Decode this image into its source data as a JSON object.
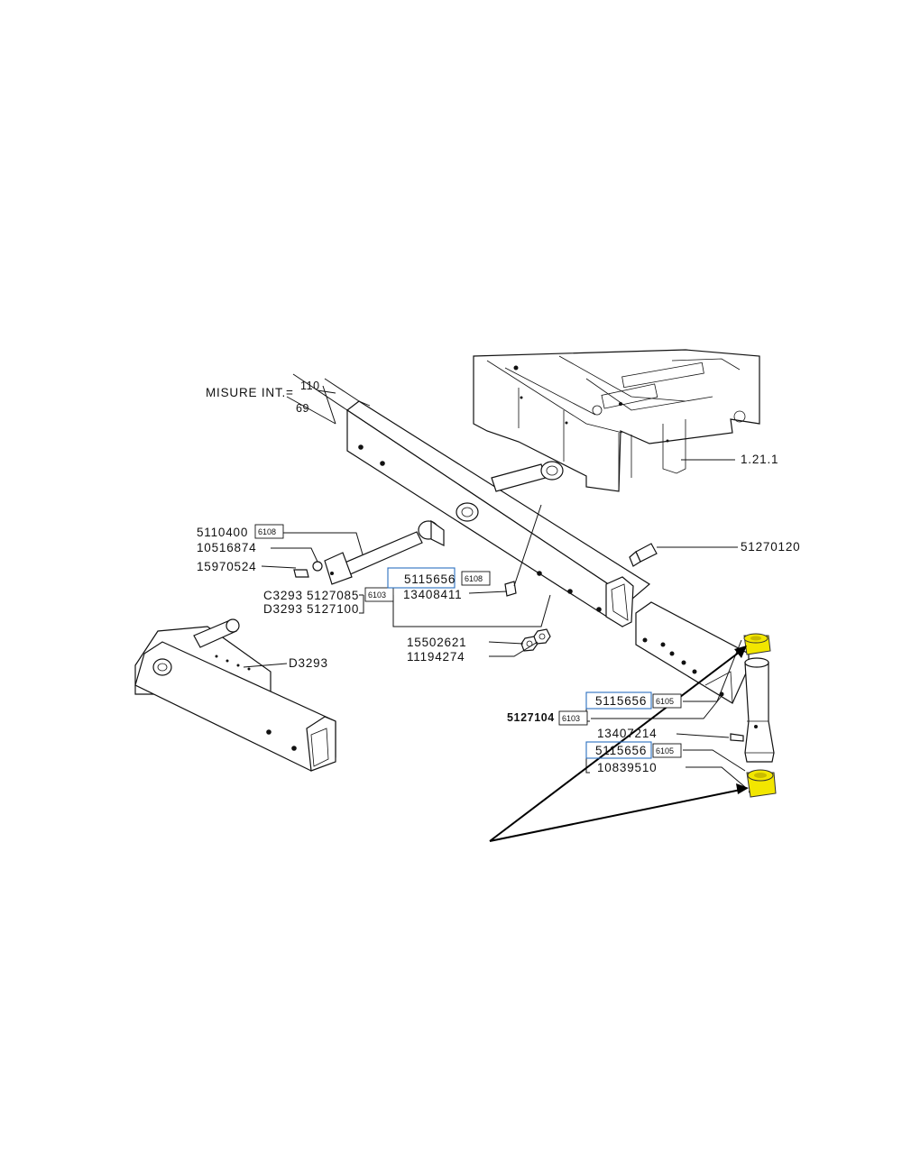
{
  "dimension_header": {
    "label": "MISURE INT.=",
    "dim_outer": "110",
    "dim_inner": "69"
  },
  "reference": {
    "frame_ref": "1.21.1",
    "pin_ref": "51270120"
  },
  "left_parts": {
    "p1": {
      "number": "5110400",
      "code": "6108"
    },
    "p2": {
      "number": "10516874"
    },
    "p3": {
      "number": "15970524"
    },
    "p4": {
      "prefix": "C3293",
      "number": "5127085",
      "code": "6103"
    },
    "p5": {
      "prefix": "D3293",
      "number": "5127100"
    }
  },
  "center_parts": {
    "bushing": {
      "number": "5115656",
      "code": "6108"
    },
    "grease": {
      "number": "13408411"
    },
    "nut": {
      "number": "15502621"
    },
    "washer": {
      "number": "11194274"
    }
  },
  "inset": {
    "label": "D3293"
  },
  "right_parts": {
    "bushing_top": {
      "number": "5115656",
      "code": "6105"
    },
    "axle": {
      "number": "5127104",
      "code": "6103"
    },
    "grease2": {
      "number": "13407214"
    },
    "bushing_bottom": {
      "number": "5115656",
      "code": "6105"
    },
    "pin": {
      "number": "10839510"
    }
  },
  "colors": {
    "highlight": "#f2e600",
    "callout_box": "#2a6fc0",
    "line": "#111111"
  }
}
